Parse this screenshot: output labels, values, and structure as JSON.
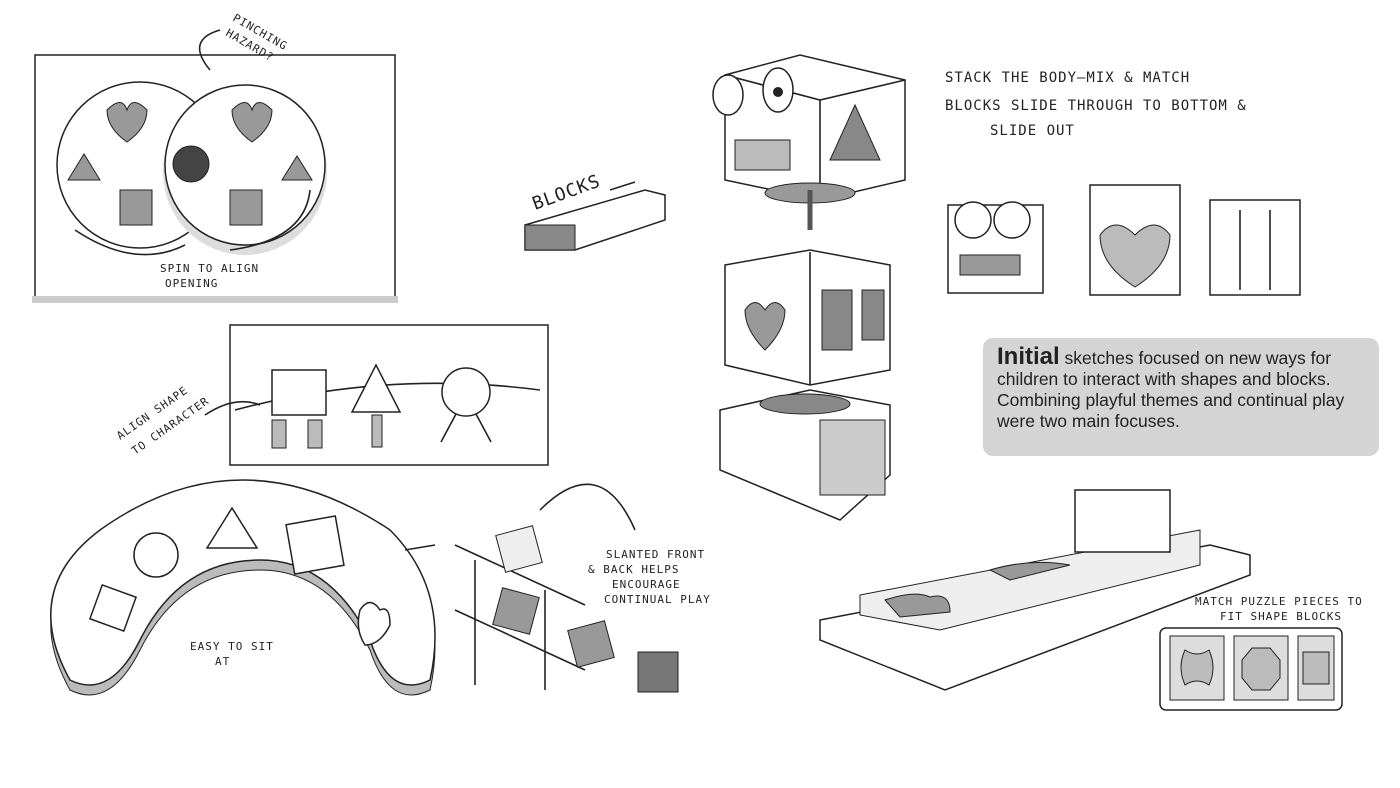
{
  "labels": {
    "pinching": [
      "PINCHING",
      "HAZARD?"
    ],
    "spin": [
      "SPIN TO ALIGN",
      "OPENING"
    ],
    "blocks": "BLOCKS",
    "align": [
      "ALIGN SHAPE",
      "TO CHARACTER"
    ],
    "easy": [
      "EASY TO SIT",
      "AT"
    ],
    "slanted": [
      "SLANTED FRONT",
      "& BACK HELPS",
      "ENCOURAGE",
      "CONTINUAL PLAY"
    ],
    "match": [
      "MATCH PUZZLE PIECES TO",
      "FIT SHAPE BLOCKS"
    ]
  },
  "bullets": [
    "STACK THE BODY—MIX & MATCH",
    "BLOCKS SLIDE THROUGH TO BOTTOM &",
    "SLIDE OUT"
  ],
  "callout": {
    "lead": "Initial",
    "text": " sketches focused on new ways for children to interact with shapes and blocks.  Combining playful themes and continual play were two main focuses."
  },
  "colors": {
    "callout_bg": "#d4d4d4",
    "shade": "#9a9a9a",
    "dark": "#444444"
  }
}
